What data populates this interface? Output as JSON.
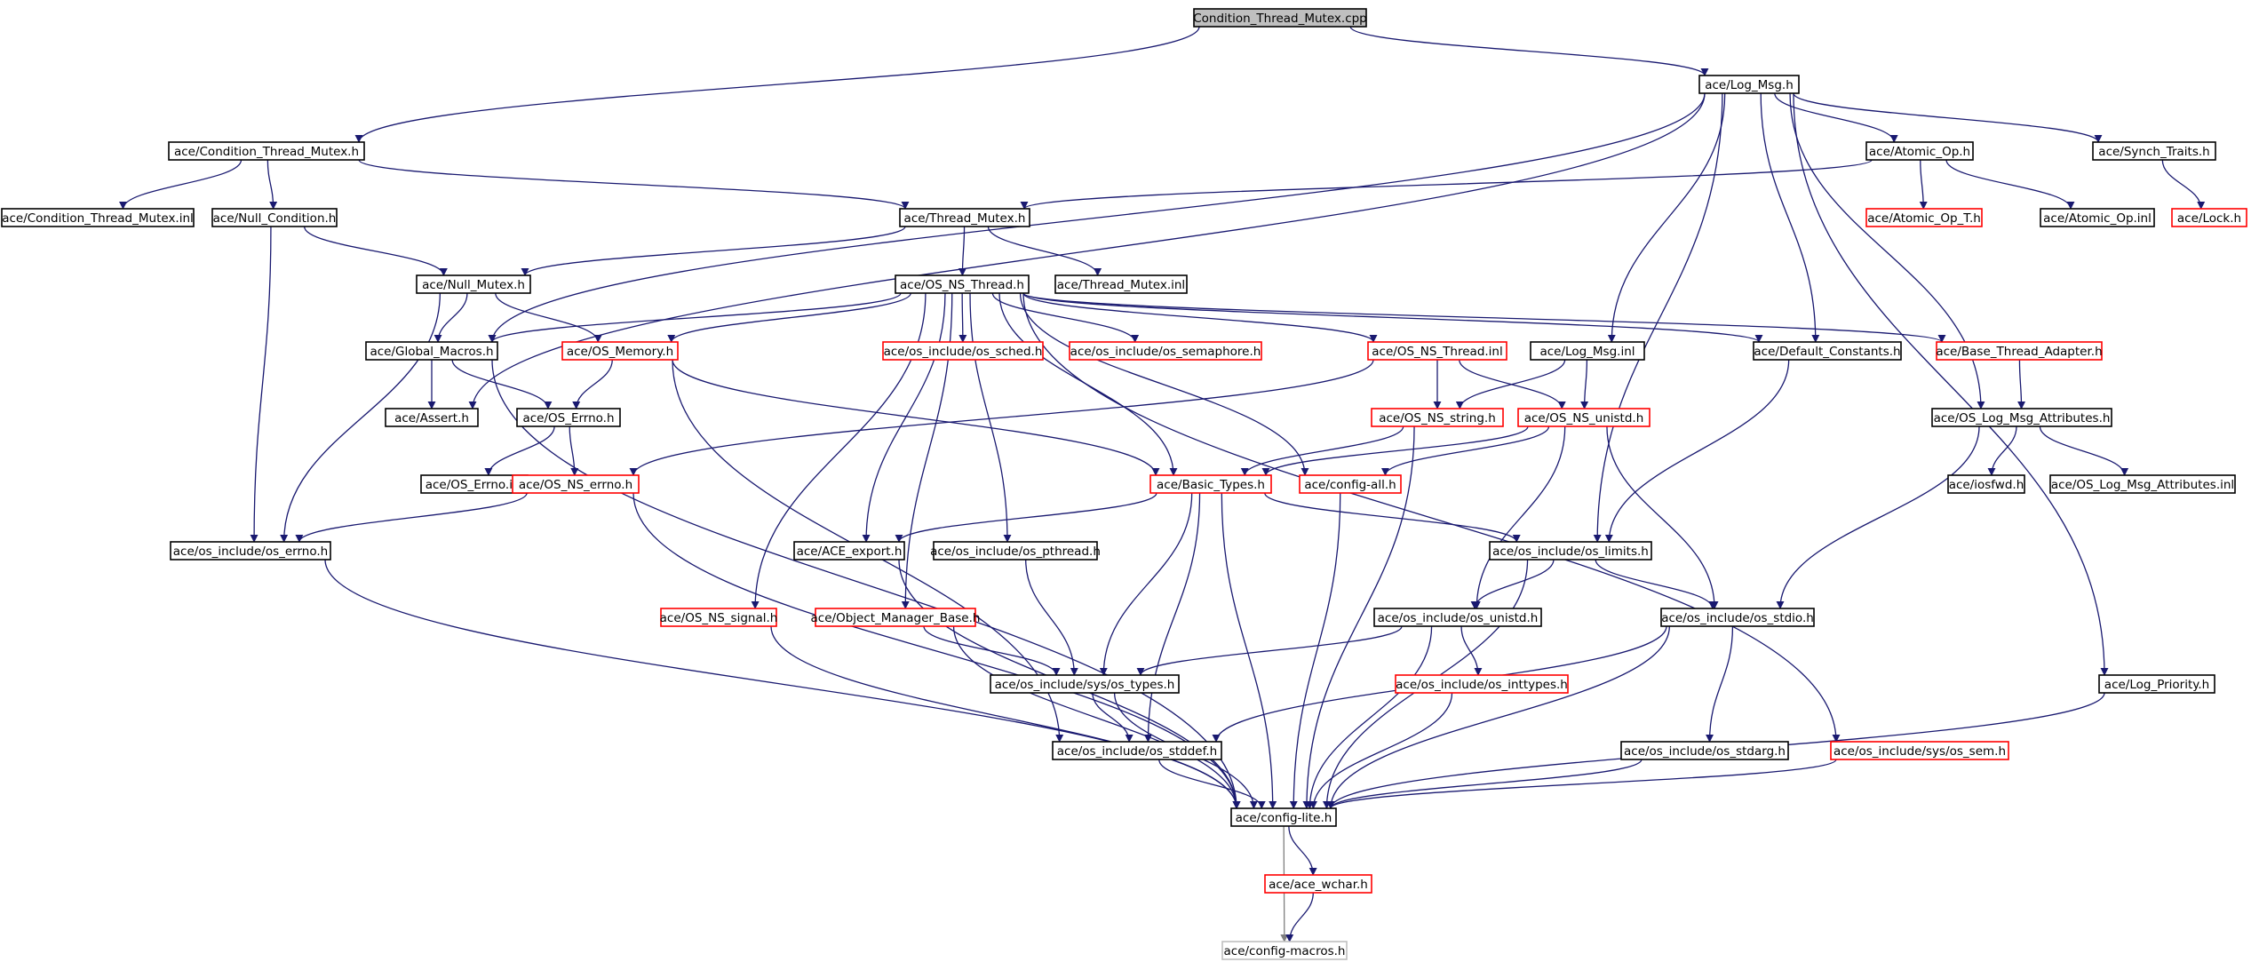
{
  "colors": {
    "edge": "#191970",
    "edge_grey": "#7f7f7f",
    "border_black": "#000000",
    "border_red": "#ff0000",
    "border_grey": "#bfbfbf",
    "root_fill": "#bfbfbf"
  },
  "nodes": [
    {
      "id": "cond_cpp",
      "label": "Condition_Thread_Mutex.cpp",
      "style": "root"
    },
    {
      "id": "log_msg_h",
      "label": "ace/Log_Msg.h",
      "style": "black"
    },
    {
      "id": "cond_h",
      "label": "ace/Condition_Thread_Mutex.h",
      "style": "black"
    },
    {
      "id": "atomic_op_h",
      "label": "ace/Atomic_Op.h",
      "style": "black"
    },
    {
      "id": "synch_traits",
      "label": "ace/Synch_Traits.h",
      "style": "black"
    },
    {
      "id": "cond_inl",
      "label": "ace/Condition_Thread_Mutex.inl",
      "style": "black"
    },
    {
      "id": "null_cond",
      "label": "ace/Null_Condition.h",
      "style": "black"
    },
    {
      "id": "thread_mutex_h",
      "label": "ace/Thread_Mutex.h",
      "style": "black"
    },
    {
      "id": "atomic_op_t",
      "label": "ace/Atomic_Op_T.h",
      "style": "red"
    },
    {
      "id": "atomic_op_inl",
      "label": "ace/Atomic_Op.inl",
      "style": "black"
    },
    {
      "id": "lock_h",
      "label": "ace/Lock.h",
      "style": "red"
    },
    {
      "id": "null_mutex",
      "label": "ace/Null_Mutex.h",
      "style": "black"
    },
    {
      "id": "os_ns_thread_h",
      "label": "ace/OS_NS_Thread.h",
      "style": "black"
    },
    {
      "id": "thread_mutex_inl",
      "label": "ace/Thread_Mutex.inl",
      "style": "black"
    },
    {
      "id": "global_macros",
      "label": "ace/Global_Macros.h",
      "style": "black"
    },
    {
      "id": "os_memory",
      "label": "ace/OS_Memory.h",
      "style": "red"
    },
    {
      "id": "os_sched",
      "label": "ace/os_include/os_sched.h",
      "style": "red"
    },
    {
      "id": "os_semaphore",
      "label": "ace/os_include/os_semaphore.h",
      "style": "red"
    },
    {
      "id": "os_ns_thread_inl",
      "label": "ace/OS_NS_Thread.inl",
      "style": "red"
    },
    {
      "id": "log_msg_inl",
      "label": "ace/Log_Msg.inl",
      "style": "black"
    },
    {
      "id": "default_const",
      "label": "ace/Default_Constants.h",
      "style": "black"
    },
    {
      "id": "base_thread",
      "label": "ace/Base_Thread_Adapter.h",
      "style": "red"
    },
    {
      "id": "assert_h",
      "label": "ace/Assert.h",
      "style": "black"
    },
    {
      "id": "os_errno_h",
      "label": "ace/OS_Errno.h",
      "style": "black"
    },
    {
      "id": "os_ns_string",
      "label": "ace/OS_NS_string.h",
      "style": "red"
    },
    {
      "id": "os_ns_unistd",
      "label": "ace/OS_NS_unistd.h",
      "style": "red"
    },
    {
      "id": "os_log_attr",
      "label": "ace/OS_Log_Msg_Attributes.h",
      "style": "black"
    },
    {
      "id": "os_errno_inl",
      "label": "ace/OS_Errno.inl",
      "style": "black"
    },
    {
      "id": "os_ns_errno",
      "label": "ace/OS_NS_errno.h",
      "style": "red"
    },
    {
      "id": "basic_types",
      "label": "ace/Basic_Types.h",
      "style": "red"
    },
    {
      "id": "config_all",
      "label": "ace/config-all.h",
      "style": "red"
    },
    {
      "id": "iosfwd",
      "label": "ace/iosfwd.h",
      "style": "black"
    },
    {
      "id": "os_log_attr_inl",
      "label": "ace/OS_Log_Msg_Attributes.inl",
      "style": "black"
    },
    {
      "id": "os_inc_errno",
      "label": "ace/os_include/os_errno.h",
      "style": "black"
    },
    {
      "id": "ace_export",
      "label": "ace/ACE_export.h",
      "style": "black"
    },
    {
      "id": "os_pthread",
      "label": "ace/os_include/os_pthread.h",
      "style": "black"
    },
    {
      "id": "os_limits",
      "label": "ace/os_include/os_limits.h",
      "style": "black"
    },
    {
      "id": "os_ns_signal",
      "label": "ace/OS_NS_signal.h",
      "style": "red"
    },
    {
      "id": "obj_mgr_base",
      "label": "ace/Object_Manager_Base.h",
      "style": "red"
    },
    {
      "id": "os_unistd",
      "label": "ace/os_include/os_unistd.h",
      "style": "black"
    },
    {
      "id": "os_stdio",
      "label": "ace/os_include/os_stdio.h",
      "style": "black"
    },
    {
      "id": "sys_types",
      "label": "ace/os_include/sys/os_types.h",
      "style": "black"
    },
    {
      "id": "os_inttypes",
      "label": "ace/os_include/os_inttypes.h",
      "style": "red"
    },
    {
      "id": "log_priority",
      "label": "ace/Log_Priority.h",
      "style": "black"
    },
    {
      "id": "os_stddef",
      "label": "ace/os_include/os_stddef.h",
      "style": "black"
    },
    {
      "id": "os_stdarg",
      "label": "ace/os_include/os_stdarg.h",
      "style": "black"
    },
    {
      "id": "sys_sem",
      "label": "ace/os_include/sys/os_sem.h",
      "style": "red"
    },
    {
      "id": "config_lite",
      "label": "ace/config-lite.h",
      "style": "black"
    },
    {
      "id": "ace_wchar",
      "label": "ace/ace_wchar.h",
      "style": "red"
    },
    {
      "id": "config_macros",
      "label": "ace/config-macros.h",
      "style": "grey"
    }
  ],
  "edges": [
    [
      "cond_cpp",
      "log_msg_h"
    ],
    [
      "cond_cpp",
      "cond_h"
    ],
    [
      "log_msg_h",
      "atomic_op_h"
    ],
    [
      "log_msg_h",
      "synch_traits"
    ],
    [
      "log_msg_h",
      "global_macros"
    ],
    [
      "log_msg_h",
      "assert_h"
    ],
    [
      "log_msg_h",
      "log_msg_inl"
    ],
    [
      "log_msg_h",
      "os_limits"
    ],
    [
      "log_msg_h",
      "default_const"
    ],
    [
      "log_msg_h",
      "os_log_attr"
    ],
    [
      "log_msg_h",
      "log_priority"
    ],
    [
      "cond_h",
      "cond_inl"
    ],
    [
      "cond_h",
      "null_cond"
    ],
    [
      "cond_h",
      "thread_mutex_h"
    ],
    [
      "atomic_op_h",
      "atomic_op_t"
    ],
    [
      "atomic_op_h",
      "atomic_op_inl"
    ],
    [
      "atomic_op_h",
      "thread_mutex_h"
    ],
    [
      "synch_traits",
      "lock_h"
    ],
    [
      "null_cond",
      "null_mutex"
    ],
    [
      "null_cond",
      "os_inc_errno"
    ],
    [
      "thread_mutex_h",
      "null_mutex"
    ],
    [
      "thread_mutex_h",
      "os_ns_thread_h"
    ],
    [
      "thread_mutex_h",
      "thread_mutex_inl"
    ],
    [
      "null_mutex",
      "global_macros"
    ],
    [
      "null_mutex",
      "os_memory"
    ],
    [
      "null_mutex",
      "os_inc_errno"
    ],
    [
      "os_ns_thread_h",
      "global_macros"
    ],
    [
      "os_ns_thread_h",
      "os_memory"
    ],
    [
      "os_ns_thread_h",
      "os_sched"
    ],
    [
      "os_ns_thread_h",
      "os_semaphore"
    ],
    [
      "os_ns_thread_h",
      "os_ns_thread_inl"
    ],
    [
      "os_ns_thread_h",
      "default_const"
    ],
    [
      "os_ns_thread_h",
      "base_thread"
    ],
    [
      "os_ns_thread_h",
      "basic_types"
    ],
    [
      "os_ns_thread_h",
      "config_all"
    ],
    [
      "os_ns_thread_h",
      "ace_export"
    ],
    [
      "os_ns_thread_h",
      "os_pthread"
    ],
    [
      "os_ns_thread_h",
      "os_ns_signal"
    ],
    [
      "os_ns_thread_h",
      "obj_mgr_base"
    ],
    [
      "os_ns_thread_h",
      "sys_sem"
    ],
    [
      "global_macros",
      "assert_h"
    ],
    [
      "global_macros",
      "os_errno_h"
    ],
    [
      "global_macros",
      "config_lite"
    ],
    [
      "os_memory",
      "os_errno_h"
    ],
    [
      "os_memory",
      "basic_types"
    ],
    [
      "os_memory",
      "os_stddef"
    ],
    [
      "os_ns_thread_inl",
      "os_ns_string"
    ],
    [
      "os_ns_thread_inl",
      "os_ns_unistd"
    ],
    [
      "os_ns_thread_inl",
      "os_ns_errno"
    ],
    [
      "log_msg_inl",
      "os_ns_string"
    ],
    [
      "log_msg_inl",
      "os_ns_unistd"
    ],
    [
      "default_const",
      "os_limits"
    ],
    [
      "base_thread",
      "os_log_attr"
    ],
    [
      "os_errno_h",
      "os_errno_inl"
    ],
    [
      "os_errno_h",
      "os_ns_errno"
    ],
    [
      "os_ns_string",
      "basic_types"
    ],
    [
      "os_ns_string",
      "config_lite"
    ],
    [
      "os_ns_unistd",
      "basic_types"
    ],
    [
      "os_ns_unistd",
      "config_all"
    ],
    [
      "os_ns_unistd",
      "os_unistd"
    ],
    [
      "os_ns_unistd",
      "os_stdio"
    ],
    [
      "os_log_attr",
      "iosfwd"
    ],
    [
      "os_log_attr",
      "os_log_attr_inl"
    ],
    [
      "os_log_attr",
      "os_stdio"
    ],
    [
      "os_ns_errno",
      "os_inc_errno"
    ],
    [
      "os_ns_errno",
      "config_lite"
    ],
    [
      "basic_types",
      "ace_export"
    ],
    [
      "basic_types",
      "os_limits"
    ],
    [
      "basic_types",
      "sys_types"
    ],
    [
      "basic_types",
      "os_stddef"
    ],
    [
      "basic_types",
      "config_lite"
    ],
    [
      "config_all",
      "config_lite"
    ],
    [
      "os_inc_errno",
      "config_lite"
    ],
    [
      "ace_export",
      "config_lite"
    ],
    [
      "os_pthread",
      "sys_types"
    ],
    [
      "os_limits",
      "os_unistd"
    ],
    [
      "os_limits",
      "os_stdio"
    ],
    [
      "os_limits",
      "config_lite"
    ],
    [
      "os_ns_signal",
      "config_lite"
    ],
    [
      "obj_mgr_base",
      "sys_types"
    ],
    [
      "obj_mgr_base",
      "config_lite"
    ],
    [
      "os_unistd",
      "sys_types"
    ],
    [
      "os_unistd",
      "os_inttypes"
    ],
    [
      "os_unistd",
      "config_lite"
    ],
    [
      "os_stdio",
      "os_stddef"
    ],
    [
      "os_stdio",
      "os_stdarg"
    ],
    [
      "os_stdio",
      "config_lite"
    ],
    [
      "sys_types",
      "os_stddef"
    ],
    [
      "sys_types",
      "config_lite"
    ],
    [
      "os_inttypes",
      "config_lite"
    ],
    [
      "log_priority",
      "config_lite"
    ],
    [
      "os_stddef",
      "config_lite"
    ],
    [
      "os_stdarg",
      "config_lite"
    ],
    [
      "sys_sem",
      "config_lite"
    ],
    [
      "config_lite",
      "ace_wchar"
    ],
    [
      "config_lite",
      "config_macros",
      "grey"
    ],
    [
      "ace_wchar",
      "config_macros"
    ]
  ]
}
